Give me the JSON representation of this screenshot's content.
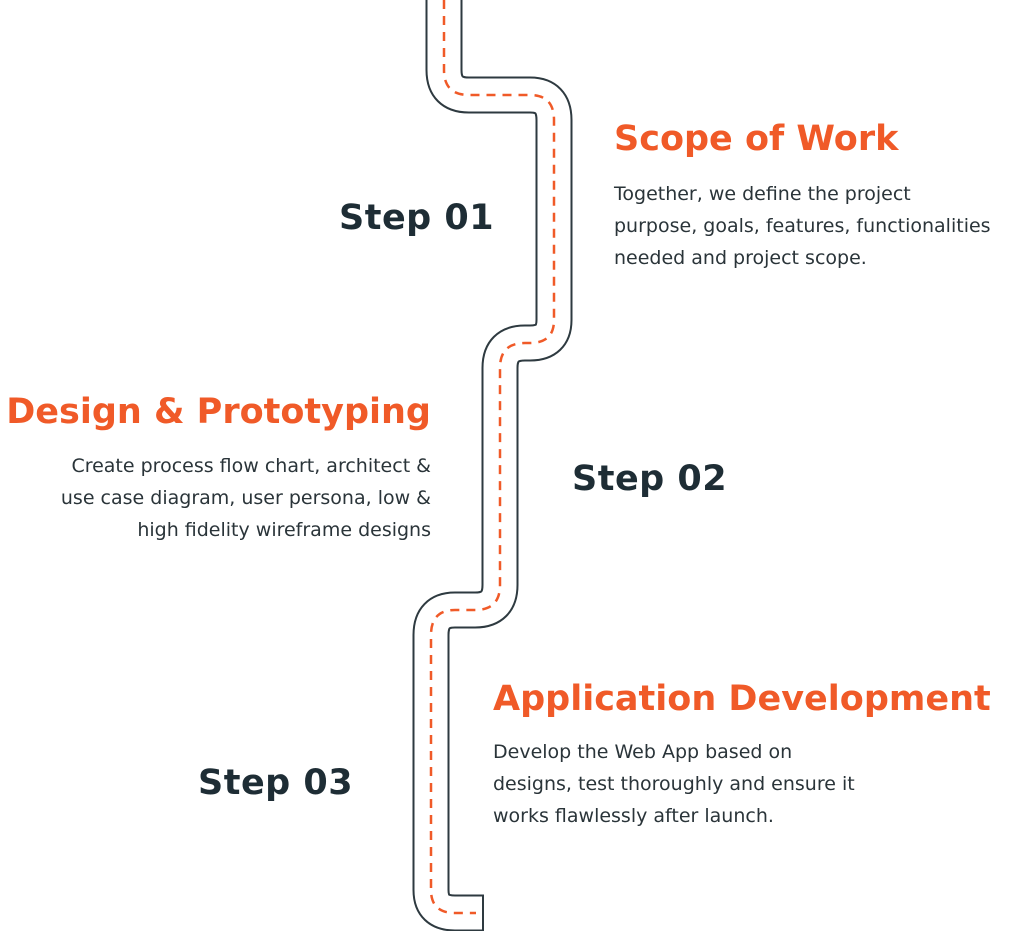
{
  "colors": {
    "accent": "#f05a28",
    "text": "#1e2d35"
  },
  "steps": [
    {
      "label": "Step 01",
      "title": "Scope of Work",
      "description": [
        "Together, we define the project",
        "purpose, goals, features, functionalities",
        "needed and project scope."
      ]
    },
    {
      "label": "Step 02",
      "title": "Design & Prototyping",
      "description": [
        "Create process flow chart, architect &",
        "use case diagram, user persona, low &",
        "high fidelity wireframe designs"
      ]
    },
    {
      "label": "Step 03",
      "title": "Application Development",
      "description": [
        "Develop the Web App based on",
        "designs, test thoroughly and ensure it",
        "works flawlessly after launch."
      ]
    }
  ]
}
